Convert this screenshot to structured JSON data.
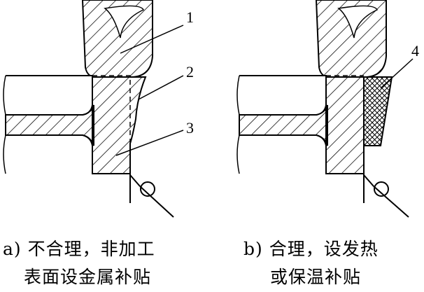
{
  "diagram": {
    "labels": {
      "one": "1",
      "two": "2",
      "three": "3",
      "four": "4"
    },
    "captions": {
      "a_line1": "a) 不合理，非加工",
      "a_line2": "表面设金属补贴",
      "b_line1": "b) 合理，设发热",
      "b_line2": "或保温补贴"
    },
    "colors": {
      "line": "#000000",
      "background": "#ffffff"
    }
  }
}
